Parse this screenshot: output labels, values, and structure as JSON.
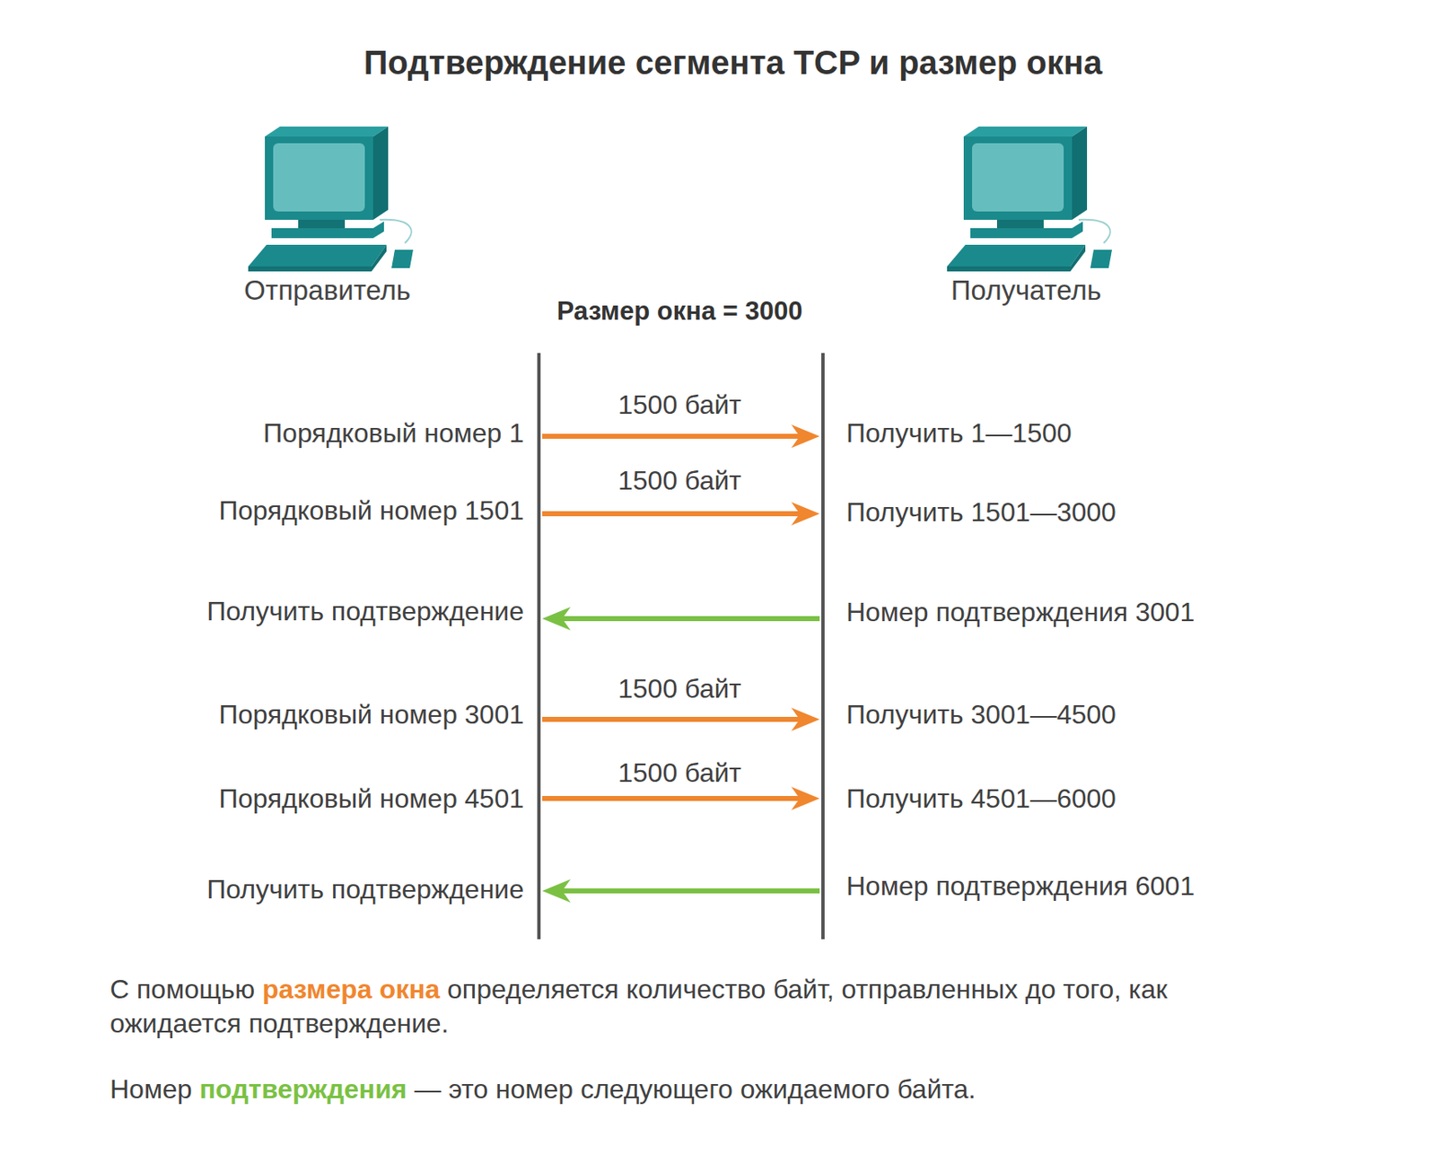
{
  "diagram": {
    "title": "Подтверждение сегмента TCP и размер окна",
    "nodes": [
      {
        "text": [
          "Отправитель"
        ]
      },
      {
        "text": [
          "Получатель"
        ]
      }
    ],
    "labels": [
      "Размер окна = 3000",
      "1500 байт",
      "Порядковый номер 1",
      "Получить 1—1500",
      "1500 байт",
      "Порядковый номер 1501",
      "Получить 1501—3000",
      "Получить подтверждение",
      "Номер подтверждения 3001",
      "1500 байт",
      "Порядковый номер 3001",
      "Получить 3001—4500",
      "1500 байт",
      "Порядковый номер 4501",
      "Получить 4501—6000",
      "Получить подтверждение",
      "Номер подтверждения 6001",
      "С помощью",
      "размера окна",
      "определяется количество байт, отправленных до того, как ожидается подтверждение.",
      "Номер",
      "подтверждения",
      "— это номер следующего ожидаемого байта."
    ]
  }
}
